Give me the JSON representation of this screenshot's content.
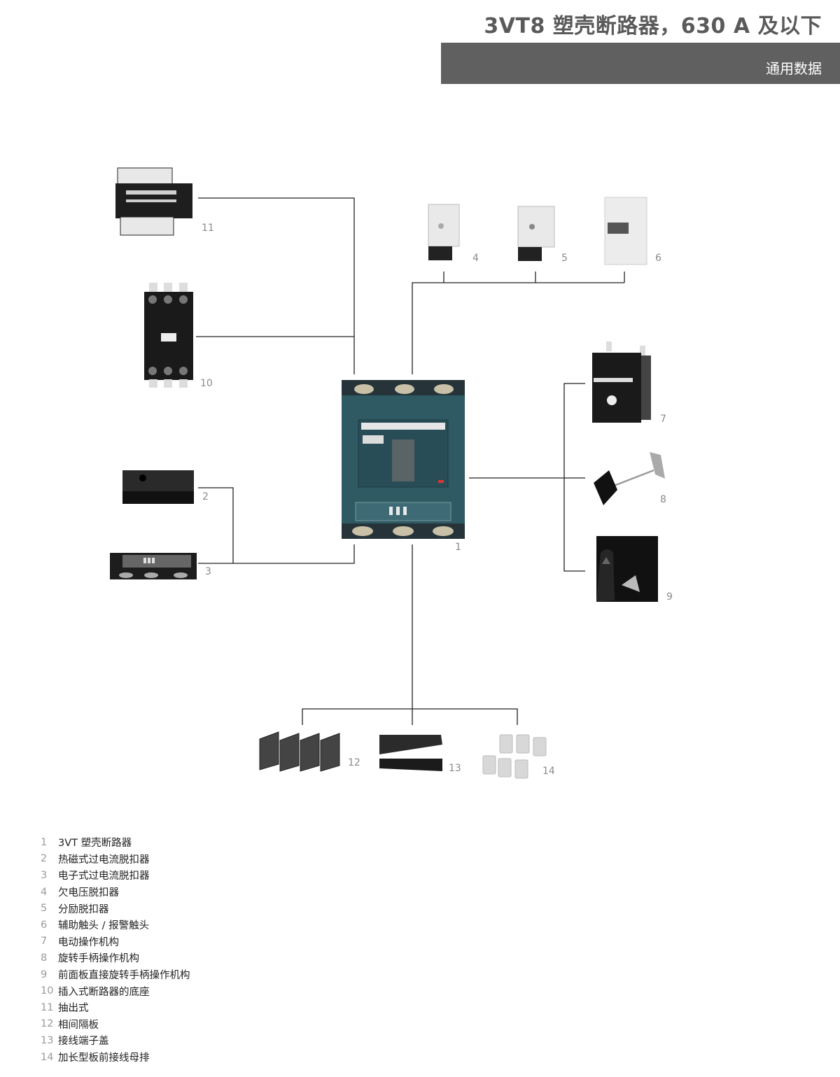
{
  "header": {
    "title": "3VT8 塑壳断路器，630 A 及以下",
    "section": "通用数据"
  },
  "diagram": {
    "callouts": [
      "1",
      "2",
      "3",
      "4",
      "5",
      "6",
      "7",
      "8",
      "9",
      "10",
      "11",
      "12",
      "13",
      "14"
    ]
  },
  "legend": [
    {
      "num": "1",
      "label": "3VT 塑壳断路器"
    },
    {
      "num": "2",
      "label": "热磁式过电流脱扣器"
    },
    {
      "num": "3",
      "label": "电子式过电流脱扣器"
    },
    {
      "num": "4",
      "label": "欠电压脱扣器"
    },
    {
      "num": "5",
      "label": "分励脱扣器"
    },
    {
      "num": "6",
      "label": "辅助触头 / 报警触头"
    },
    {
      "num": "7",
      "label": "电动操作机构"
    },
    {
      "num": "8",
      "label": "旋转手柄操作机构"
    },
    {
      "num": "9",
      "label": "前面板直接旋转手柄操作机构"
    },
    {
      "num": "10",
      "label": "插入式断路器的底座"
    },
    {
      "num": "11",
      "label": "抽出式"
    },
    {
      "num": "12",
      "label": "相间隔板"
    },
    {
      "num": "13",
      "label": "接线端子盖"
    },
    {
      "num": "14",
      "label": "加长型板前接线母排"
    }
  ],
  "colors": {
    "band": "#606060",
    "breaker_body": "#2f5a64",
    "line": "#222222"
  }
}
